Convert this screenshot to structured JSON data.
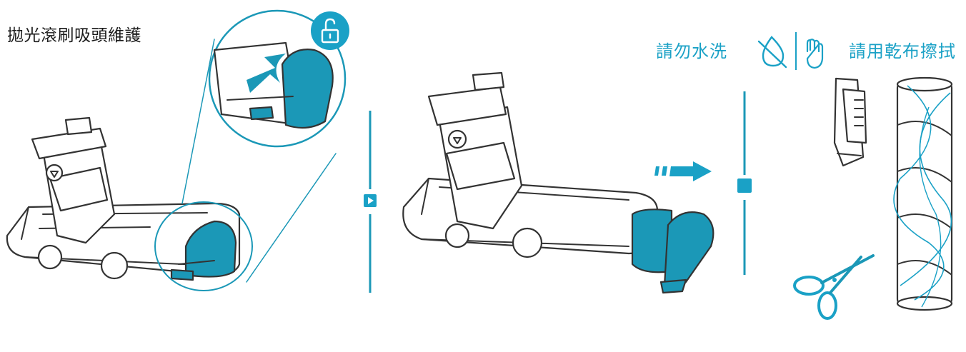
{
  "title": "拋光滾刷吸頭維護",
  "notes": {
    "no_wash": "請勿水洗",
    "dry_cloth": "請用乾布擦拭"
  },
  "icons": {
    "unlock": "unlock-icon",
    "step_arrow": "play-triangle-icon",
    "step_end": "stop-square-icon",
    "no_water": "no-water-drop-icon",
    "hand_wipe": "hand-wipe-icon",
    "scissors": "scissors-icon"
  },
  "colors": {
    "accent": "#1aa1c6",
    "part": "#1b98b7",
    "outline": "#333333"
  }
}
